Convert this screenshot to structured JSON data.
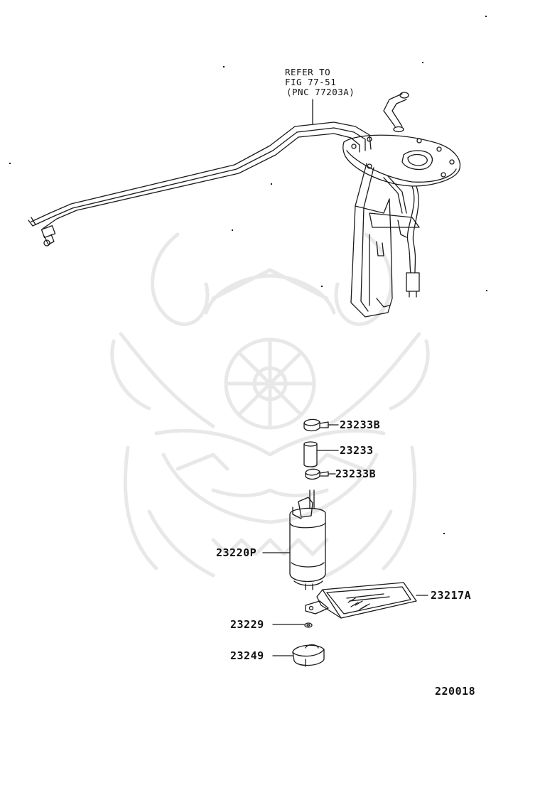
{
  "reference_note": {
    "line1": "REFER TO",
    "line2": "FIG 77-51",
    "line3": "(PNC 77203A)"
  },
  "callouts": [
    {
      "id": "23233B-top",
      "text": "23233B"
    },
    {
      "id": "23233",
      "text": "23233"
    },
    {
      "id": "23233B-bottom",
      "text": "23233B"
    },
    {
      "id": "23220P",
      "text": "23220P"
    },
    {
      "id": "23217A",
      "text": "23217A"
    },
    {
      "id": "23229",
      "text": "23229"
    },
    {
      "id": "23249",
      "text": "23249"
    }
  ],
  "figure_number": "220018",
  "colors": {
    "line": "#1a1a1a",
    "watermark": "#e9e9e9",
    "background": "#ffffff"
  }
}
